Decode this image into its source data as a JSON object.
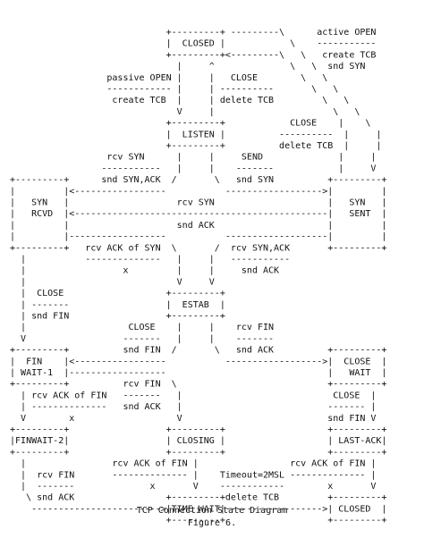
{
  "lines": [
    "                              +---------+ ---------\\      active OPEN",
    "                              |  CLOSED |            \\    -----------",
    "                              +---------+<---------\\   \\   create TCB",
    "                                |     ^              \\   \\  snd SYN",
    "                   passive OPEN |     |   CLOSE        \\   \\",
    "                   ------------ |     | ----------       \\   \\",
    "                    create TCB  |     | delete TCB         \\   \\",
    "                                V     |                      \\   \\",
    "                              +---------+            CLOSE    |    \\",
    "                              |  LISTEN |          ----------  |     |",
    "                              +---------+          delete TCB  |     |",
    "                   rcv SYN      |     |     SEND              |     |",
    "                  -----------   |     |    -------            |     V",
    " +---------+      snd SYN,ACK  /       \\   snd SYN          +---------+",
    " |         |<-----------------           ------------------>|         |",
    " |   SYN   |                    rcv SYN                     |   SYN   |",
    " |   RCVD  |<-----------------------------------------------|   SENT  |",
    " |         |                    snd ACK                     |         |",
    " |         |------------------           -------------------|         |",
    " +---------+   rcv ACK of SYN  \\       /  rcv SYN,ACK       +---------+",
    "   |           --------------   |     |   -----------",
    "   |                  x         |     |     snd ACK",
    "   |                            V     V",
    "   |  CLOSE                   +---------+",
    "   | -------                  |  ESTAB  |",
    "   | snd FIN                  +---------+",
    "   |                   CLOSE    |     |    rcv FIN",
    "   V                  -------   |     |    -------",
    " +---------+          snd FIN  /       \\   snd ACK          +---------+",
    " |  FIN    |<-----------------           ------------------>|  CLOSE  |",
    " | WAIT-1  |------------------                              |   WAIT  |",
    " +---------+          rcv FIN  \\                            +---------+",
    "   | rcv ACK of FIN   -------   |                            CLOSE  |",
    "   | --------------   snd ACK   |                           ------- |",
    "   V        x                   V                           snd FIN V",
    " +---------+                  +---------+                   +---------+",
    " |FINWAIT-2|                  | CLOSING |                   | LAST-ACK|",
    " +---------+                  +---------+                   +---------+",
    "   |                rcv ACK of FIN |                 rcv ACK of FIN |",
    "   |  rcv FIN       -------------- |    Timeout=2MSL -------------- |",
    "   |  -------              x       V    ------------        x       V",
    "    \\ snd ACK                 +---------+delete TCB         +---------+",
    "     ------------------------>|TIME WAIT|------------------>| CLOSED  |",
    "                              +---------+                   +---------+"
  ],
  "caption": {
    "title": "TCP Connection State Diagram",
    "figure": "Figure 6."
  }
}
